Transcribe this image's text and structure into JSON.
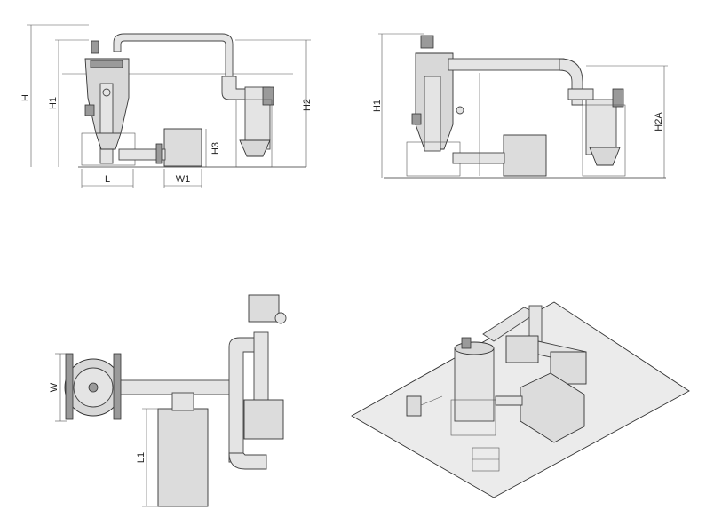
{
  "dimensions": {
    "front_view": {
      "h": "H",
      "h1": "H1",
      "h2": "H2",
      "h3": "H3",
      "l": "L",
      "w1": "W1"
    },
    "side_view": {
      "h1": "H1",
      "h2a": "H2A"
    },
    "plan_view": {
      "w": "W",
      "l1": "L1"
    }
  },
  "icons": {
    "front": "front-elevation-icon",
    "side": "side-elevation-icon",
    "plan": "plan-view-icon",
    "iso": "isometric-view-icon"
  }
}
